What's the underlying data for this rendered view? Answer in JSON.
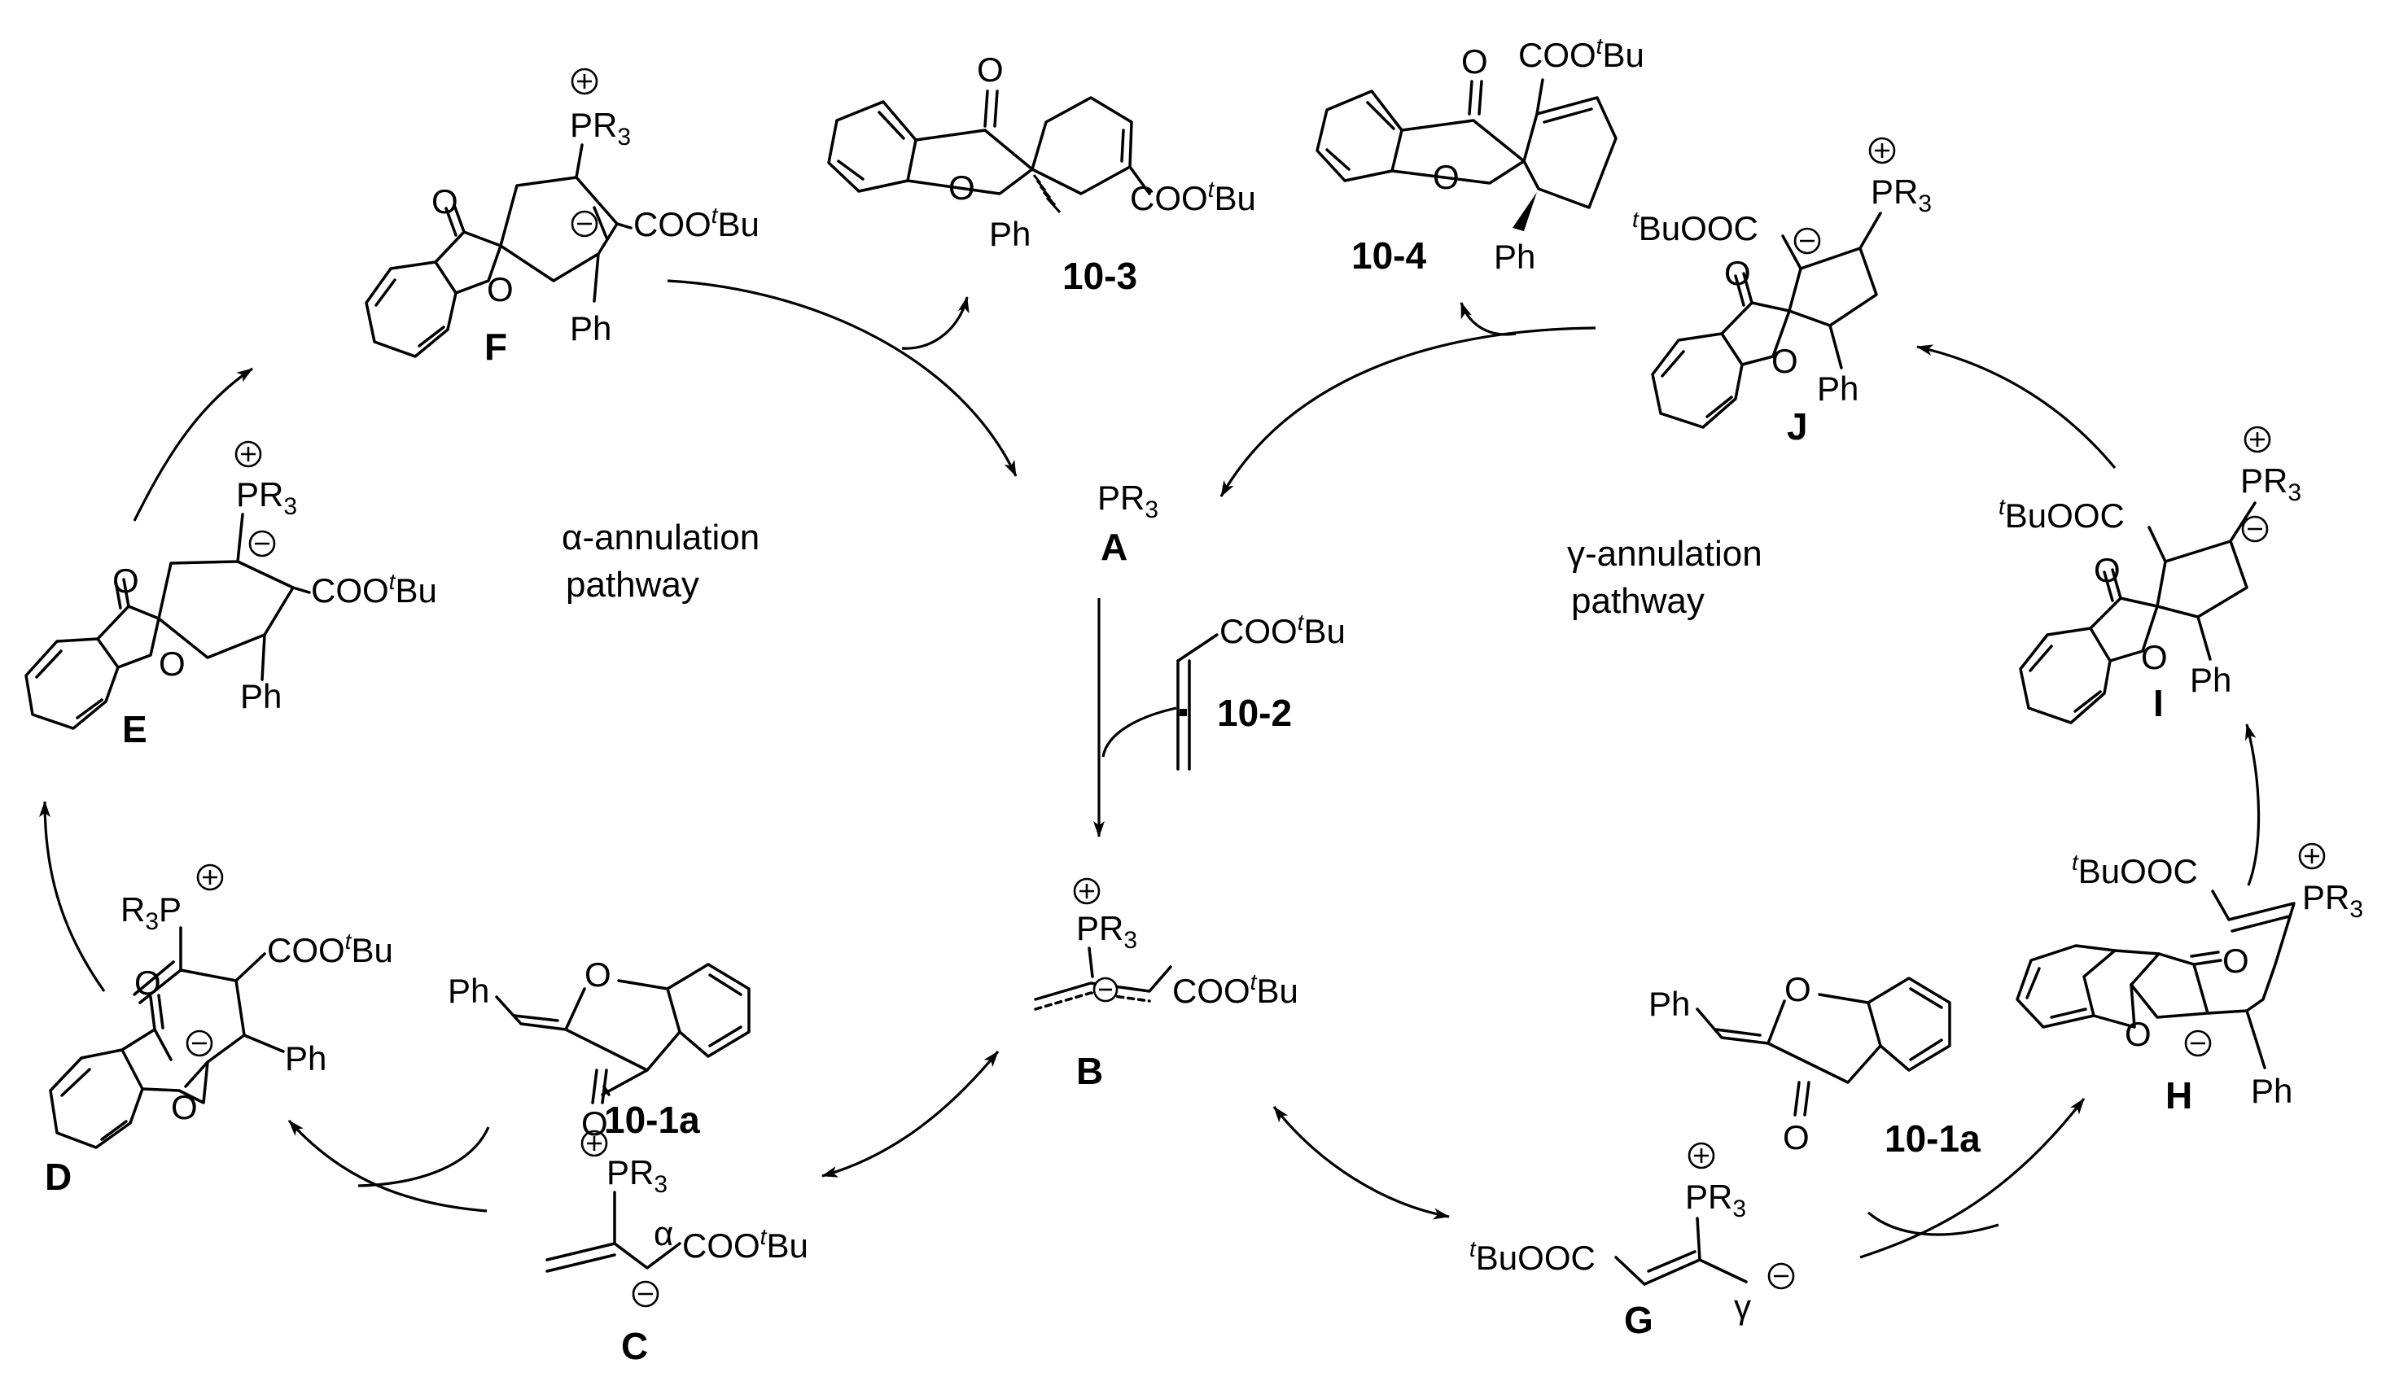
{
  "species": {
    "A": {
      "label": "A",
      "formula": "PR",
      "sub": "3"
    },
    "B": {
      "label": "B",
      "p": "PR",
      "p_sub": "3",
      "ester": "COO",
      "ester_sup": "t",
      "ester_tail": "Bu"
    },
    "C": {
      "label": "C",
      "p": "PR",
      "p_sub": "3",
      "alpha": "α",
      "ester": "COO",
      "ester_sup": "t",
      "ester_tail": "Bu"
    },
    "D": {
      "label": "D",
      "p_pre": "R",
      "p_sub": "3",
      "p_post": "P",
      "ester": "COO",
      "ester_sup": "t",
      "ester_tail": "Bu",
      "ph": "Ph",
      "o1": "O",
      "o2": "O"
    },
    "E": {
      "label": "E",
      "p": "PR",
      "p_sub": "3",
      "ester": "COO",
      "ester_sup": "t",
      "ester_tail": "Bu",
      "ph": "Ph",
      "o1": "O",
      "o2": "O"
    },
    "F": {
      "label": "F",
      "p": "PR",
      "p_sub": "3",
      "ester": "COO",
      "ester_sup": "t",
      "ester_tail": "Bu",
      "ph": "Ph",
      "o1": "O",
      "o2": "O"
    },
    "G": {
      "label": "G",
      "ester_sup": "t",
      "ester": "BuOOC",
      "p": "PR",
      "p_sub": "3",
      "gamma": "γ"
    },
    "H": {
      "label": "H",
      "ester_sup": "t",
      "ester": "BuOOC",
      "p": "PR",
      "p_sub": "3",
      "ph": "Ph",
      "o1": "O",
      "o2": "O"
    },
    "I": {
      "label": "I",
      "ester_sup": "t",
      "ester": "BuOOC",
      "p": "PR",
      "p_sub": "3",
      "ph": "Ph",
      "o1": "O",
      "o2": "O"
    },
    "J": {
      "label": "J",
      "ester_sup": "t",
      "ester": "BuOOC",
      "p": "PR",
      "p_sub": "3",
      "ph": "Ph",
      "o1": "O",
      "o2": "O"
    }
  },
  "compounds": {
    "c10_3": {
      "label": "10-3",
      "o1": "O",
      "o2": "O",
      "ph": "Ph",
      "ester": "COO",
      "ester_sup": "t",
      "ester_tail": "Bu"
    },
    "c10_4": {
      "label": "10-4",
      "o1": "O",
      "o2": "O",
      "ph": "Ph",
      "ester": "COO",
      "ester_sup": "t",
      "ester_tail": "Bu"
    },
    "c10_2": {
      "label": "10-2",
      "ester": "COO",
      "ester_sup": "t",
      "ester_tail": "Bu"
    },
    "c10_1a_left": {
      "label": "10-1a",
      "ph": "Ph",
      "o1": "O",
      "o2": "O"
    },
    "c10_1a_right": {
      "label": "10-1a",
      "ph": "Ph",
      "o1": "O",
      "o2": "O"
    }
  },
  "pathways": {
    "alpha": {
      "line1": "α-annulation",
      "line2": "pathway"
    },
    "gamma": {
      "line1": "γ-annulation",
      "line2": "pathway"
    }
  }
}
